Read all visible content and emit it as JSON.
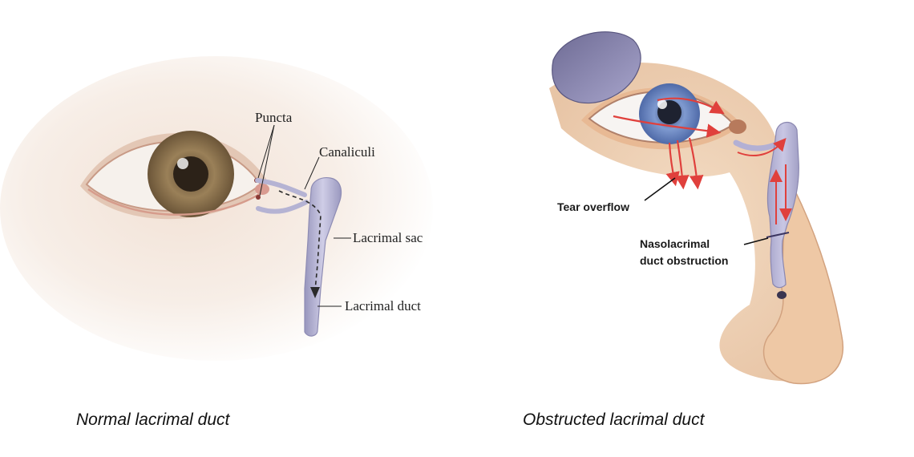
{
  "left": {
    "labels": {
      "puncta": "Puncta",
      "canaliculi": "Canaliculi",
      "lacrimal_sac": "Lacrimal sac",
      "lacrimal_duct": "Lacrimal duct"
    },
    "caption": "Normal lacrimal duct"
  },
  "right": {
    "labels": {
      "tear_overflow": "Tear overflow",
      "obstruction_line1": "Nasolacrimal",
      "obstruction_line2": "duct obstruction"
    },
    "caption": "Obstructed lacrimal duct"
  },
  "colors": {
    "duct": "#b9b7d6",
    "flow_arrow": "#e0403c",
    "skin": "#f3dcc6",
    "iris_left": "#8c7352",
    "iris_right": "#6f8fc8"
  }
}
